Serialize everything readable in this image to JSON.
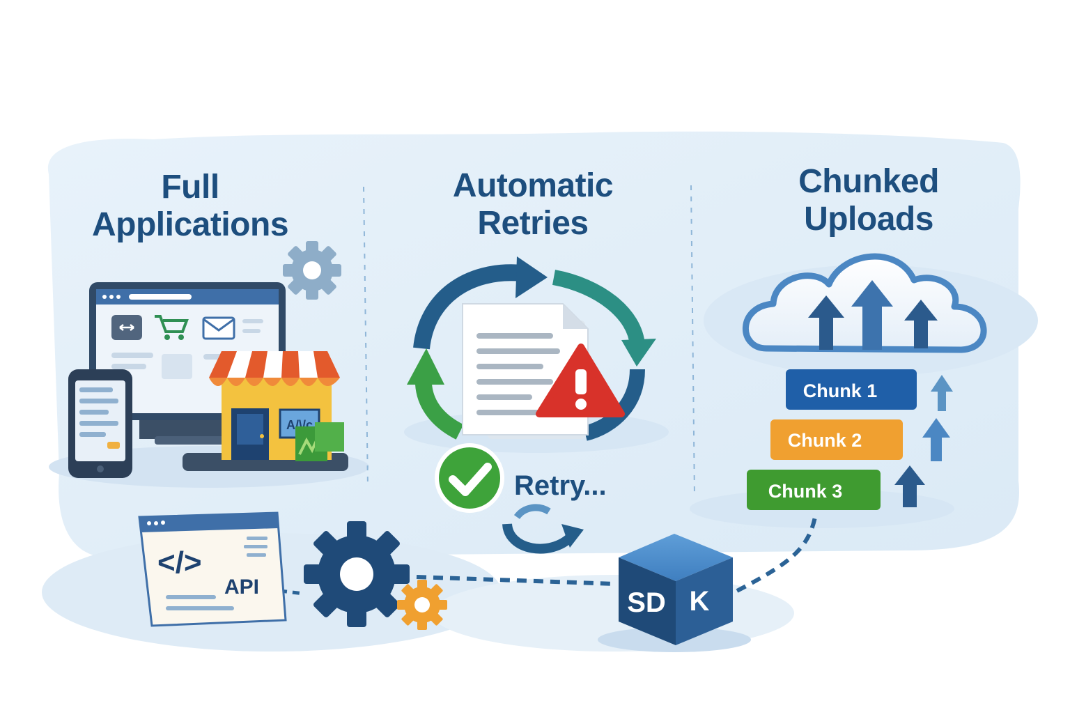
{
  "sections": {
    "full_applications": {
      "title_line1": "Full",
      "title_line2": "Applications"
    },
    "automatic_retries": {
      "title_line1": "Automatic",
      "title_line2": "Retries",
      "status_text": "Retry..."
    },
    "chunked_uploads": {
      "title_line1": "Chunked",
      "title_line2": "Uploads"
    }
  },
  "chunks": [
    "Chunk 1",
    "Chunk 2",
    "Chunk 3"
  ],
  "api_panel": {
    "code_symbol": "</>",
    "label": "API"
  },
  "sdk_cube": {
    "label_left": "SD",
    "label_right": "K"
  },
  "shop_sign": "A/\\/c",
  "icons": {
    "monitor": "monitor-icon",
    "phone": "phone-icon",
    "shop": "storefront-icon",
    "cart": "shopping-cart-icon",
    "mail": "mail-icon",
    "gear": "gear-icon",
    "retry_arrows": "refresh-arrows-icon",
    "document": "document-icon",
    "warning": "warning-icon",
    "check": "check-circle-icon",
    "cloud": "cloud-upload-icon",
    "cube": "sdk-cube-icon"
  },
  "colors": {
    "heading": "#1d4e7e",
    "chunk1": "#1f5fa8",
    "chunk2": "#f0a030",
    "chunk3": "#3f9b30",
    "warning": "#d8322a",
    "check": "#3ea33a",
    "arrow_blue": "#2b6396",
    "arrow_teal": "#2c8f84",
    "arrow_green": "#3ba046"
  }
}
